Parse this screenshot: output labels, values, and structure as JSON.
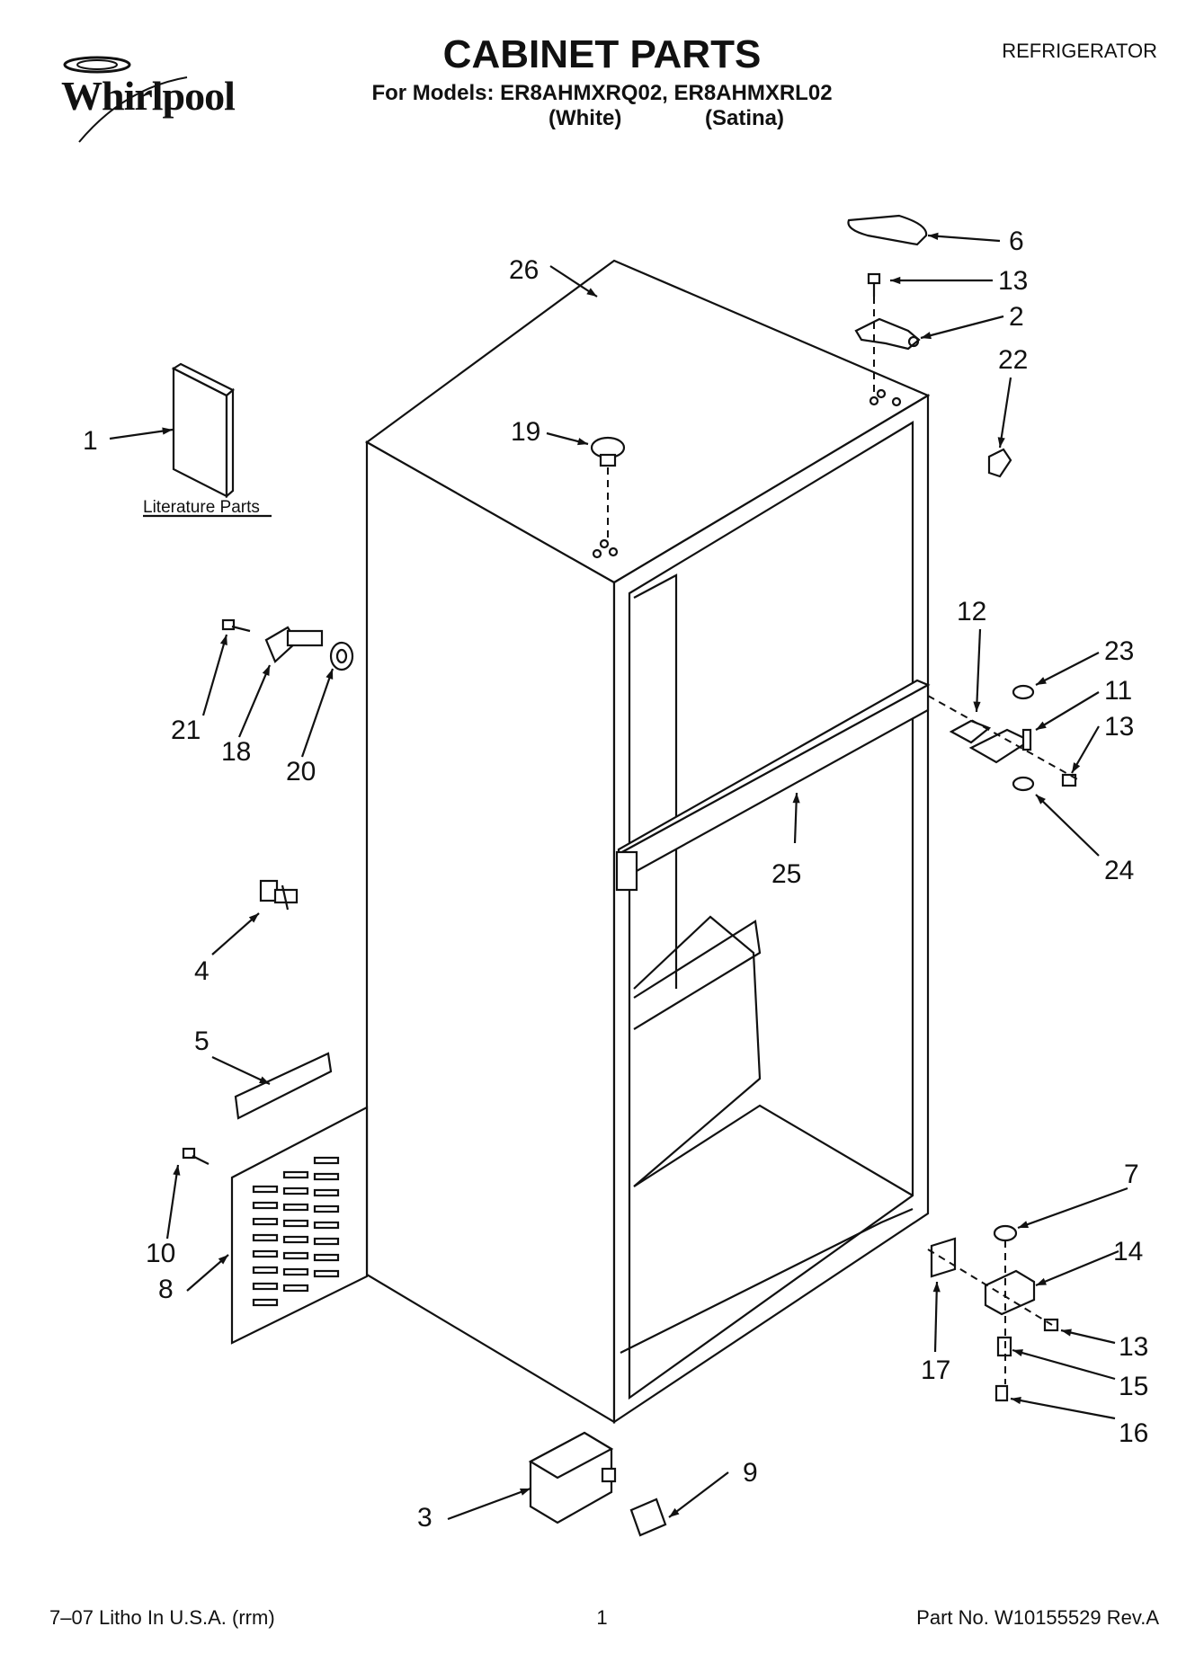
{
  "brand": "Whirlpool",
  "title": "CABINET PARTS",
  "models_line": "For Models: ER8AHMXRQ02, ER8AHMXRL02",
  "variant_white": "(White)",
  "variant_satina": "(Satina)",
  "category": "REFRIGERATOR",
  "literature_label": "Literature Parts",
  "callouts": {
    "c1": "1",
    "c2": "2",
    "c3": "3",
    "c4": "4",
    "c5": "5",
    "c6": "6",
    "c7": "7",
    "c8": "8",
    "c9": "9",
    "c10": "10",
    "c11": "11",
    "c12": "12",
    "c13a": "13",
    "c13b": "13",
    "c13c": "13",
    "c14": "14",
    "c15": "15",
    "c16": "16",
    "c17": "17",
    "c18": "18",
    "c19": "19",
    "c20": "20",
    "c21": "21",
    "c22": "22",
    "c23": "23",
    "c24": "24",
    "c25": "25",
    "c26": "26"
  },
  "footer": {
    "litho": "7–07 Litho In U.S.A. (rrm)",
    "page": "1",
    "part_no": "Part No. W10155529 Rev.A"
  }
}
